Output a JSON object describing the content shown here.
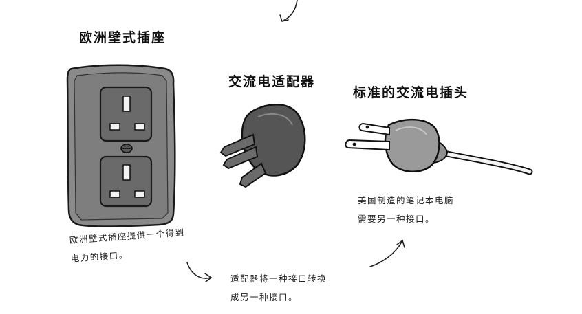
{
  "labels": {
    "eu_socket": "欧洲壁式插座",
    "adapter": "交流电适配器",
    "standard_plug": "标准的交流电插头"
  },
  "notes": {
    "eu_socket": [
      "欧洲壁式插座提供一个得到",
      "电力的接口。"
    ],
    "adapter": [
      "适配器将一种接口转换",
      "成另一种接口。"
    ],
    "laptop": [
      "美国制造的笔记本电脑",
      "需要另一种接口。"
    ]
  },
  "colors": {
    "ink": "#111111",
    "socket_plate": "#8a8a8a",
    "socket_face": "#6e6e6e",
    "adapter_body": "#555555",
    "plug_body": "#9a9a9a"
  }
}
